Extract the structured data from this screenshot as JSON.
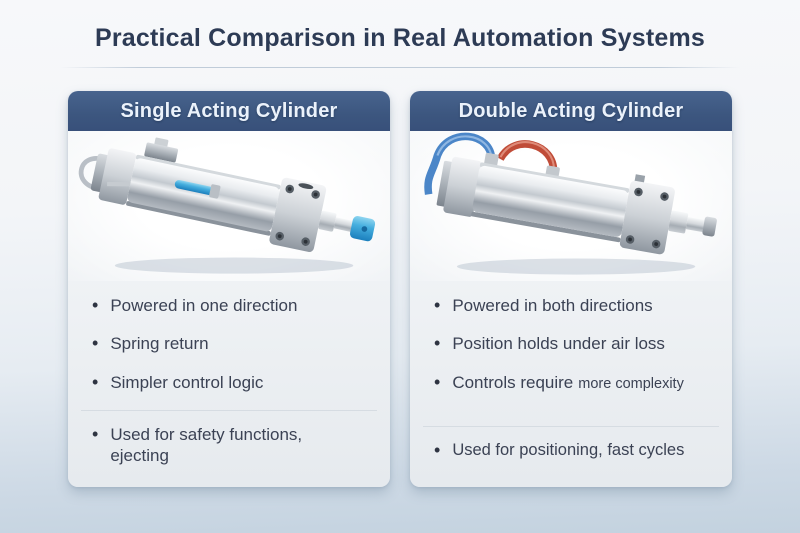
{
  "title": "Practical Comparison in Real Automation Systems",
  "icons": {
    "bullet": "•"
  },
  "colors": {
    "header_bar_blue": "#3d5a84",
    "title_navy": "#2d3b55",
    "body_text": "#3b4254",
    "air_line_blue": "#4b86c8",
    "air_line_red": "#c04c38",
    "rod_cap_blue": "#45aede"
  },
  "cards": {
    "single": {
      "header": "Single Acting Cylinder",
      "image": "single-acting pneumatic cylinder, silver metallic body, one air line, blue rod cap",
      "bullet1": "Powered in one direction",
      "bullet2": "Spring return",
      "bullet3": "Simpler control logic",
      "usage": "Used for safety functions, ejecting"
    },
    "double": {
      "header": "Double Acting Cylinder",
      "image": "double-acting pneumatic cylinder, silver metallic body, blue and red air lines",
      "bullet1": "Powered in both directions",
      "bullet2": "Position holds under air loss",
      "bullet3_main": "Controls require",
      "bullet3_small": "more complexity",
      "usage": "Used for positioning, fast cycles"
    }
  }
}
